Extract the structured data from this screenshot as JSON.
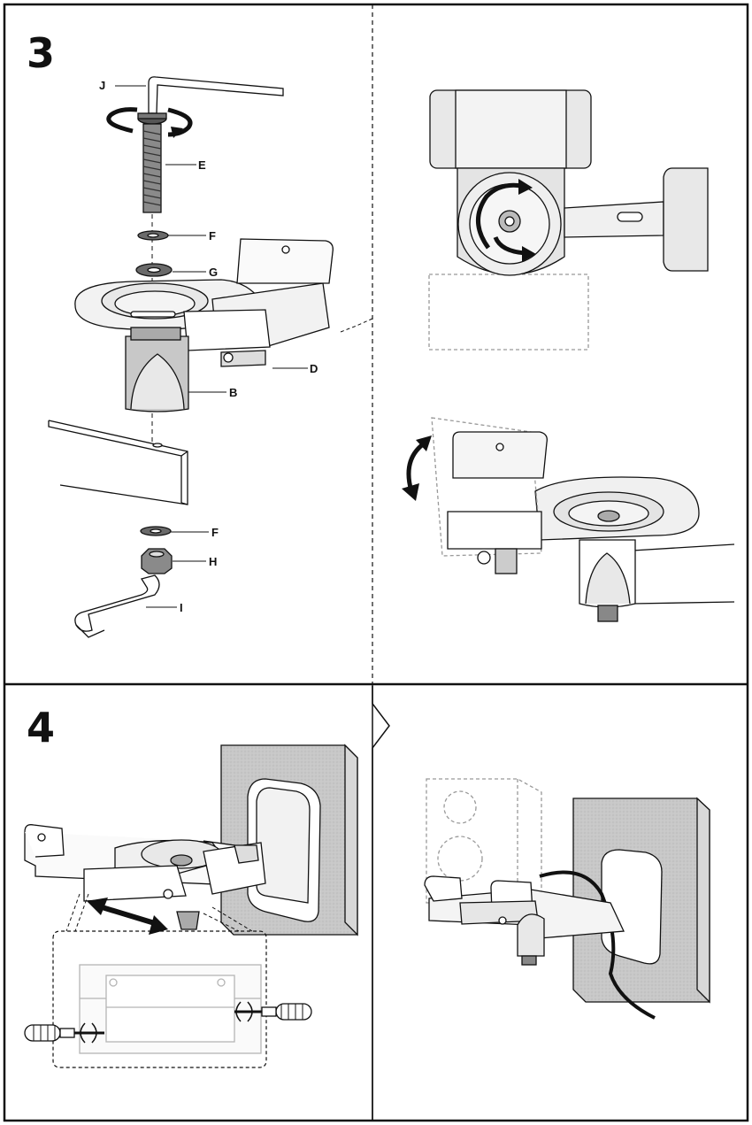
{
  "steps": {
    "step3": "3",
    "step4": "4"
  },
  "part_labels": {
    "J": "J",
    "E": "E",
    "F_top": "F",
    "G": "G",
    "D": "D",
    "B": "B",
    "F_bottom": "F",
    "H": "H",
    "I": "I"
  },
  "colors": {
    "line": "#111111",
    "light_fill": "#ececec",
    "mid_fill": "#d2d2d2",
    "wall": "#c6c6c6",
    "ghost": "#9a9a9a"
  },
  "icons": [
    "rotate-arrows-icon",
    "tilt-arrows-icon",
    "slide-double-arrow-icon",
    "screwdriver-icon",
    "hex-key-icon",
    "wrench-icon"
  ]
}
